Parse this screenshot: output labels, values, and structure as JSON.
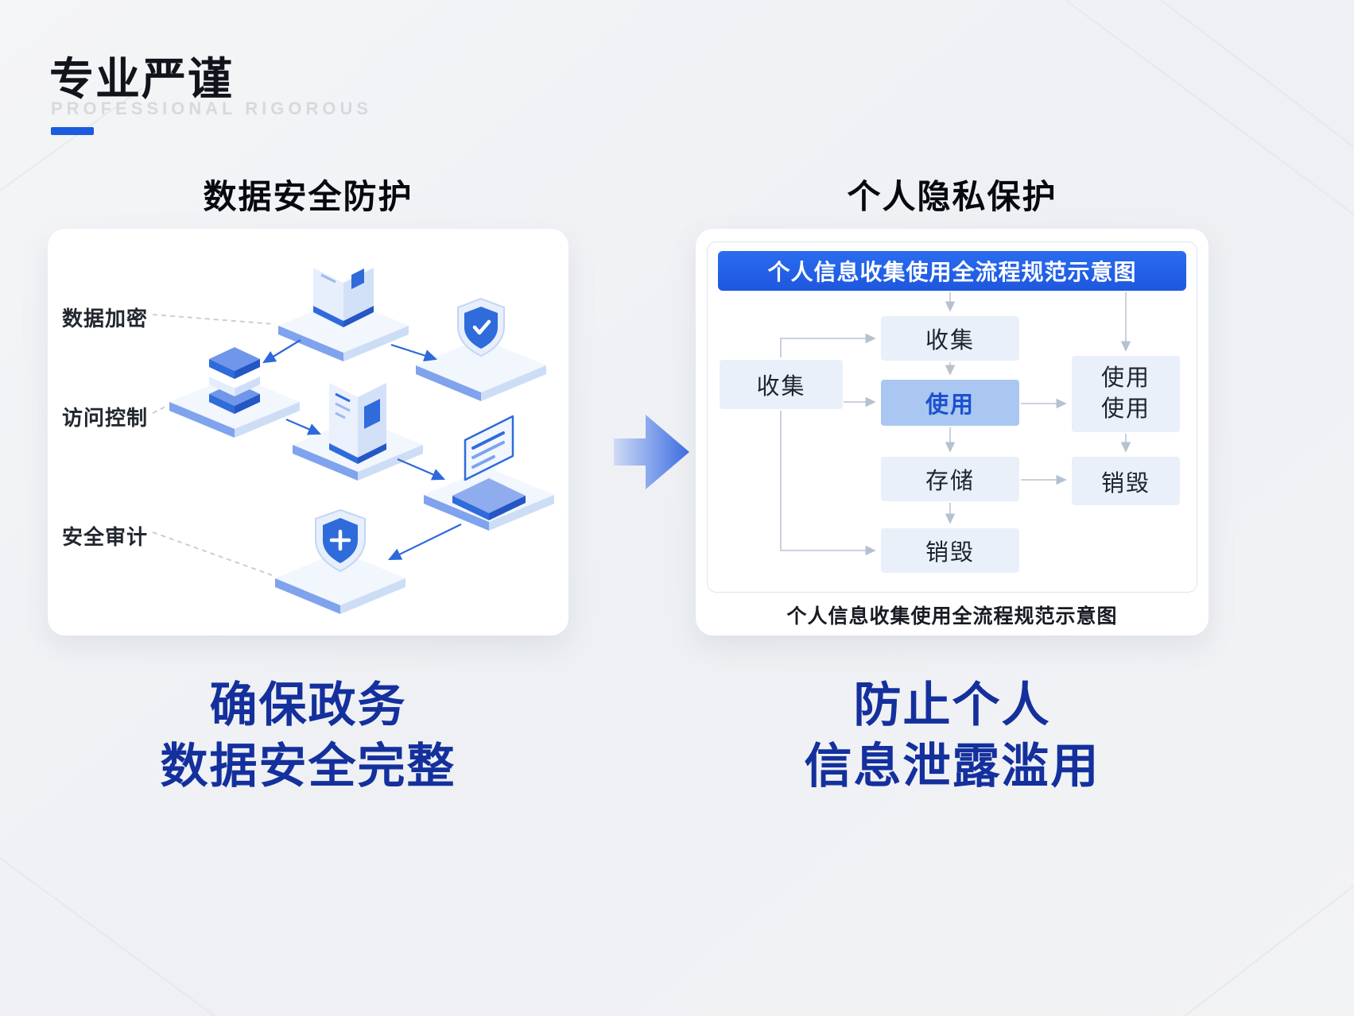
{
  "page": {
    "title": "专业严谨",
    "subtitle": "PROFESSIONAL RIGOROUS",
    "colors": {
      "accent": "#1b5bde",
      "headline_blue": "#14309d",
      "flow_header_bg": "#2261e8",
      "node_bg": "#e9f0f9",
      "node_highlight_bg": "#a9c7f1",
      "node_highlight_text": "#1d50cf"
    }
  },
  "left_section": {
    "heading": "数据安全防护",
    "labels": {
      "encryption": "数据加密",
      "access_control": "访问控制",
      "audit": "安全审计"
    },
    "icons": [
      "server-box-icon",
      "shield-check-icon",
      "server-stack-icon",
      "server-tower-icon",
      "laptop-document-icon",
      "shield-plus-icon"
    ],
    "caption": {
      "line1": "确保政务",
      "line2": "数据安全完整"
    }
  },
  "right_section": {
    "heading": "个人隐私保护",
    "flow": {
      "title": "个人信息收集使用全流程规范示意图",
      "caption": "个人信息收集使用全流程规范示意图",
      "nodes": {
        "left_collect": "收集",
        "mid_collect": "收集",
        "mid_use": "使用",
        "mid_store": "存储",
        "mid_destroy": "销毁",
        "right_use_line1": "使用",
        "right_use_line2": "使用",
        "right_destroy": "销毁"
      }
    },
    "caption": {
      "line1": "防止个人",
      "line2": "信息泄露滥用"
    }
  }
}
